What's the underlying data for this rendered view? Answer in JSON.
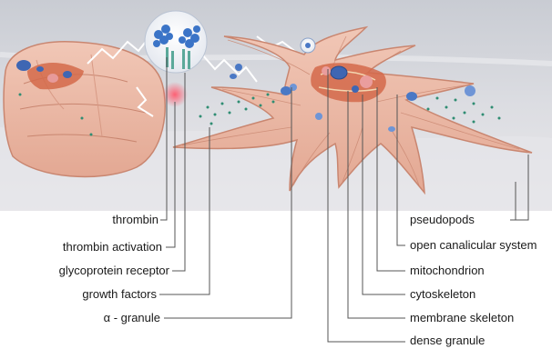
{
  "diagram": {
    "left_labels": [
      "thrombin",
      "thrombin activation",
      "glycoprotein receptor",
      "growth factors",
      "α - granule"
    ],
    "right_labels": [
      "pseudopods",
      "open canalicular system",
      "mitochondrion",
      "cytoskeleton",
      "membrane skeleton",
      "dense granule"
    ]
  }
}
